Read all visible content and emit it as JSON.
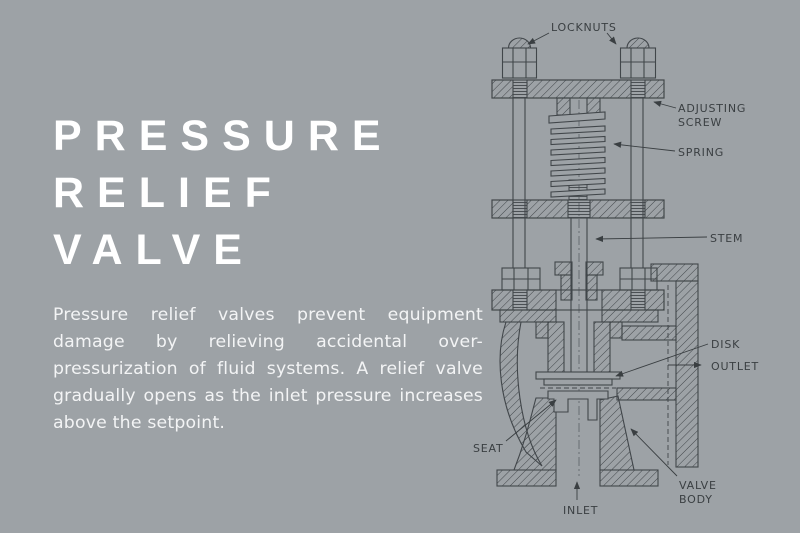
{
  "theme": {
    "background": "#9da2a6",
    "title_color": "#ffffff",
    "paragraph_color": "#f3f4f5",
    "drawing_line_color": "#41464a",
    "label_color": "#3a3f42"
  },
  "hero": {
    "title_lines": [
      "PRESSURE",
      "RELIEF",
      "VALVE"
    ],
    "description": "Pressure relief valves prevent equipment damage by relieving accidental over-pressurization of fluid systems. A relief valve gradually opens as the inlet pressure increases above the setpoint."
  },
  "diagram": {
    "labels": {
      "locknuts": "LOCKNUTS",
      "adjusting_line1": "ADJUSTING",
      "adjusting_line2": "SCREW",
      "spring": "SPRING",
      "stem": "STEM",
      "disk": "DISK",
      "outlet": "OUTLET",
      "seat": "SEAT",
      "valve_body_line1": "VALVE",
      "valve_body_line2": "BODY",
      "inlet": "INLET"
    }
  }
}
